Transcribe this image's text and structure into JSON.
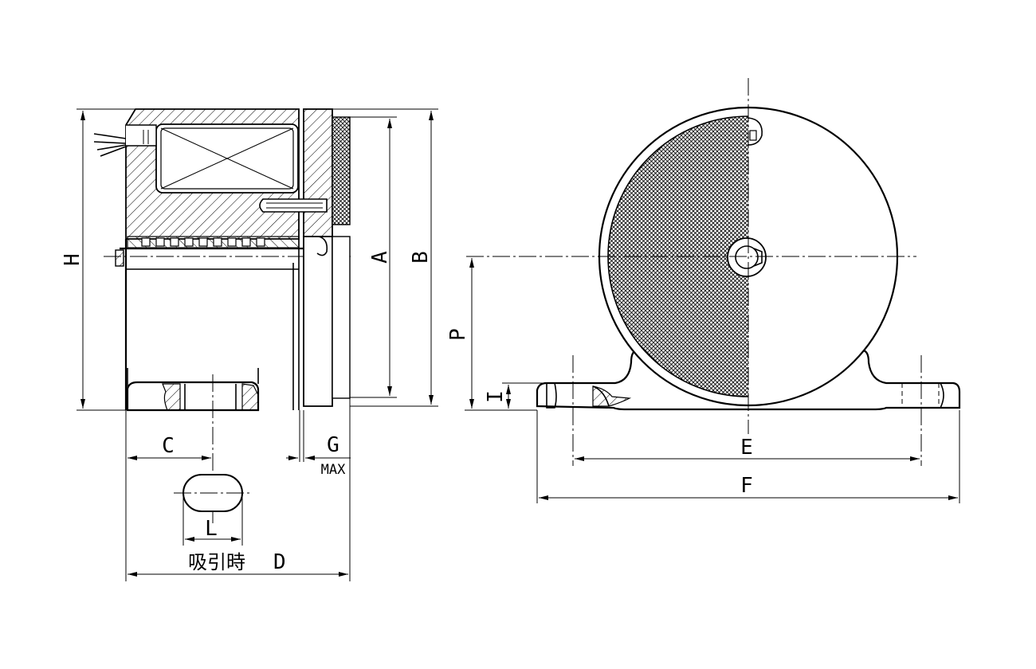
{
  "labels": {
    "H": "H",
    "A": "A",
    "B": "B",
    "C": "C",
    "G": "G",
    "G_note": "MAX",
    "L": "L",
    "D": "D",
    "D_prefix": "吸引時",
    "P": "P",
    "I": "I",
    "E": "E",
    "F": "F"
  }
}
